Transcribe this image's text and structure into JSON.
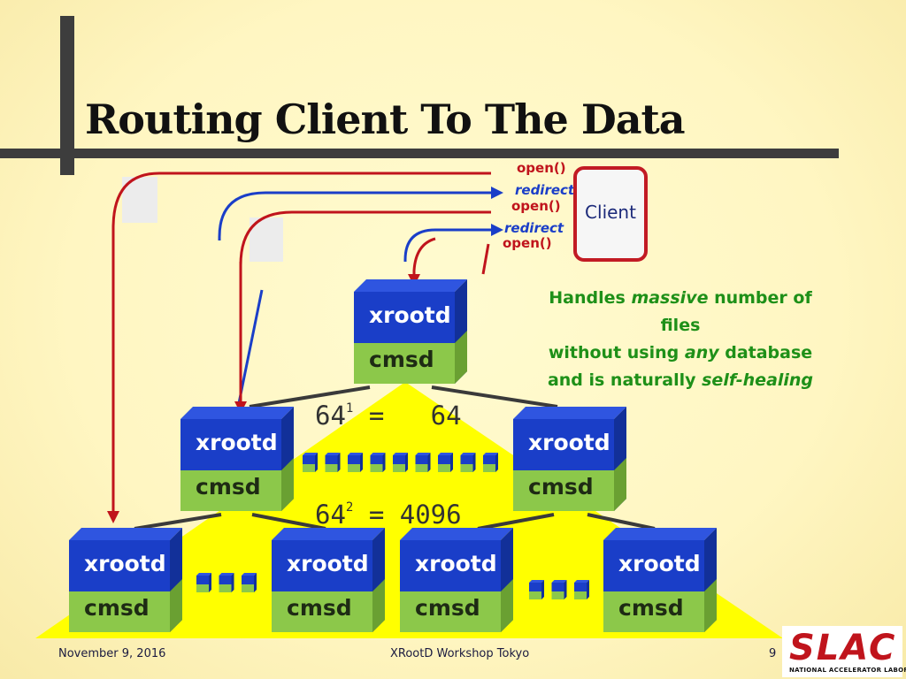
{
  "title": "Routing Client To The Data",
  "client_label": "Client",
  "messages": {
    "open_1": "open()",
    "redirect_1": "redirect",
    "open_2": "open()",
    "redirect_2": "redirect",
    "open_3": "open()"
  },
  "node": {
    "top_text": "xrootd",
    "bottom_text": "cmsd"
  },
  "formula_level1": {
    "base": "64",
    "exp": "1",
    "rest": " =   64"
  },
  "formula_level2": {
    "base": "64",
    "exp": "2",
    "rest": " = 4096"
  },
  "description": {
    "line1_pre": "Handles ",
    "line1_em": "massive",
    "line1_post": " number of files",
    "line2_pre": "without using ",
    "line2_em": "any",
    "line2_post": " database",
    "line3_pre": "and is naturally ",
    "line3_em": "self-healing"
  },
  "footer": {
    "date": "November 9, 2016",
    "event": "XRootD Workshop Tokyo",
    "page": "9"
  },
  "logo": {
    "name": "SLAC",
    "subtitle": "NATIONAL ACCELERATOR LABORATORY"
  },
  "colors": {
    "node_top": "#1a3ec8",
    "node_bottom": "#8cc84a",
    "open_arrow": "#c0141c",
    "redirect_arrow": "#1a3ec8",
    "pyramid": "#ffff00",
    "description": "#1e9018"
  }
}
